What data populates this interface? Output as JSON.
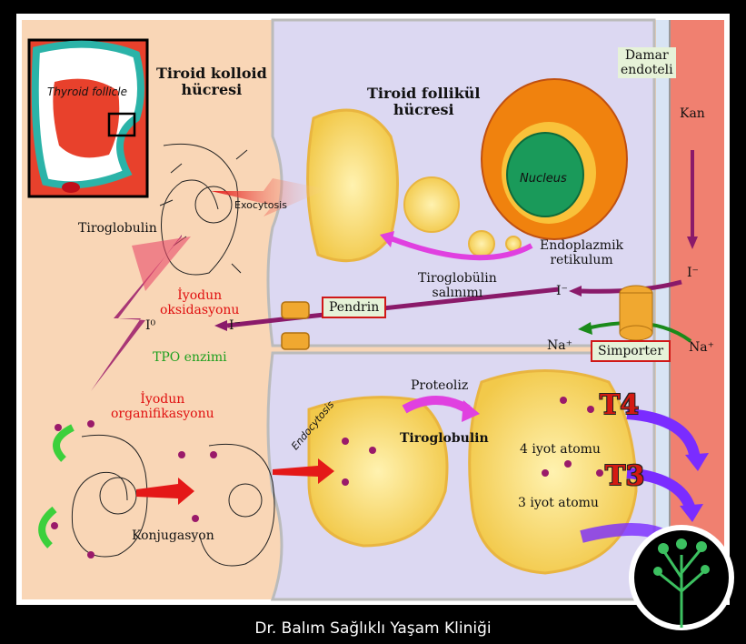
{
  "inset": {
    "label": "Thyroid follicle"
  },
  "titles": {
    "colloid": "Tiroid kolloid\nhücresi",
    "follicle": "Tiroid follikül\nhücresi"
  },
  "labels": {
    "damar": "Damar\nendoteli",
    "kan": "Kan",
    "nucleus": "Nucleus",
    "exocytosis": "Exocytosis",
    "tiroglobulin": "Tiroglobulin",
    "iyodun_oksidasyonu": "İyodun\noksidasyonu",
    "tpo": "TPO enzimi",
    "iyodun_organifikasyonu": "İyodun\norganifikasyonu",
    "konjugasyon": "Konjugasyon",
    "endoplazmik": "Endoplazmik\nretikulum",
    "tiroglobulin_salinimi": "Tiroglobülin\nsalınımı",
    "pendrin": "Pendrin",
    "simporter": "Simporter",
    "proteoliz": "Proteoliz",
    "endocytosis": "Endocytosis",
    "tiroglobulin_bold": "Tiroglobulin",
    "t4_atoms": "4 iyot atomu",
    "t3_atoms": "3 iyot atomu",
    "t4": "T4",
    "t3": "T3",
    "iodide_a": "I⁻",
    "iodide_b": "I⁻",
    "iodide_c": "I⁻",
    "iodine_zero": "I⁰",
    "na_a": "Na⁺",
    "na_b": "Na⁺"
  },
  "footer": {
    "text": "Dr. Balım Sağlıklı Yaşam Kliniği"
  },
  "colors": {
    "colloid_bg": "#f9d6b6",
    "cell_bg": "#dcd8f2",
    "blood": "#f08070",
    "vesicle": "#fbe07a",
    "arrow_red": "#e41818",
    "arrow_purple": "#8a1a6a"
  }
}
